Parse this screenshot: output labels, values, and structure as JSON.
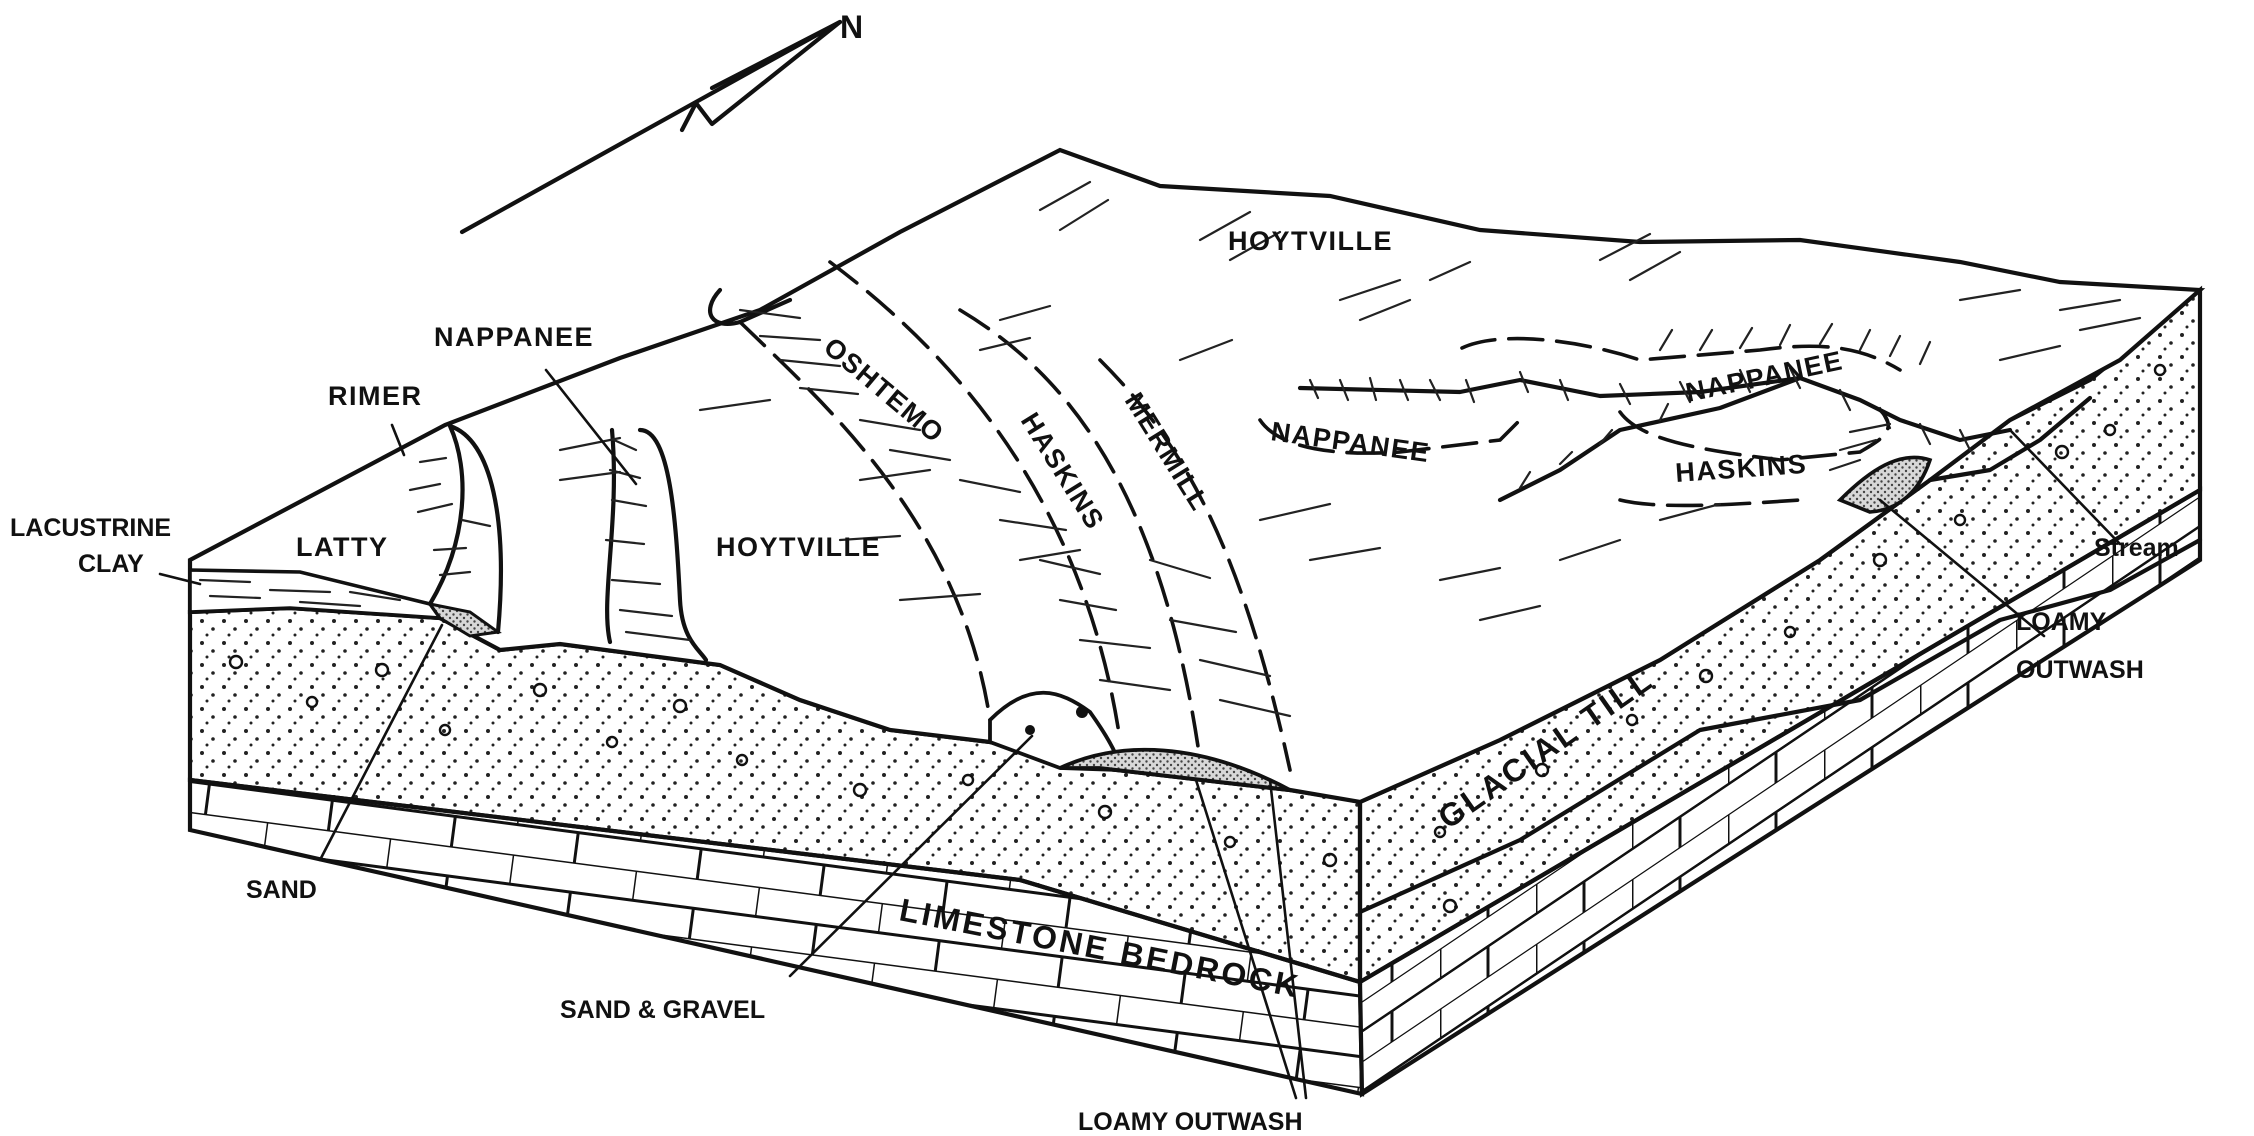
{
  "compass": {
    "north_label": "N"
  },
  "soils": {
    "hoytville_top": "HOYTVILLE",
    "hoytville_mid": "HOYTVILLE",
    "nappanee_left": "NAPPANEE",
    "nappanee_right_upper": "NAPPANEE",
    "nappanee_right_lower": "NAPPANEE",
    "rimer": "RIMER",
    "latty": "LATTY",
    "oshtemo": "OSHTEMO",
    "haskins_mid": "HASKINS",
    "haskins_right": "HASKINS",
    "mermill": "MERMILL"
  },
  "materials": {
    "lacustrine_clay_line1": "LACUSTRINE",
    "lacustrine_clay_line2": "CLAY",
    "sand": "SAND",
    "sand_gravel": "SAND & GRAVEL",
    "loamy_outwash_bottom": "LOAMY OUTWASH",
    "loamy_outwash_right_line1": "LOAMY",
    "loamy_outwash_right_line2": "OUTWASH",
    "stream": "Stream",
    "glacial_till": "GLACIAL TILL",
    "limestone_bedrock": "LIMESTONE BEDROCK"
  }
}
